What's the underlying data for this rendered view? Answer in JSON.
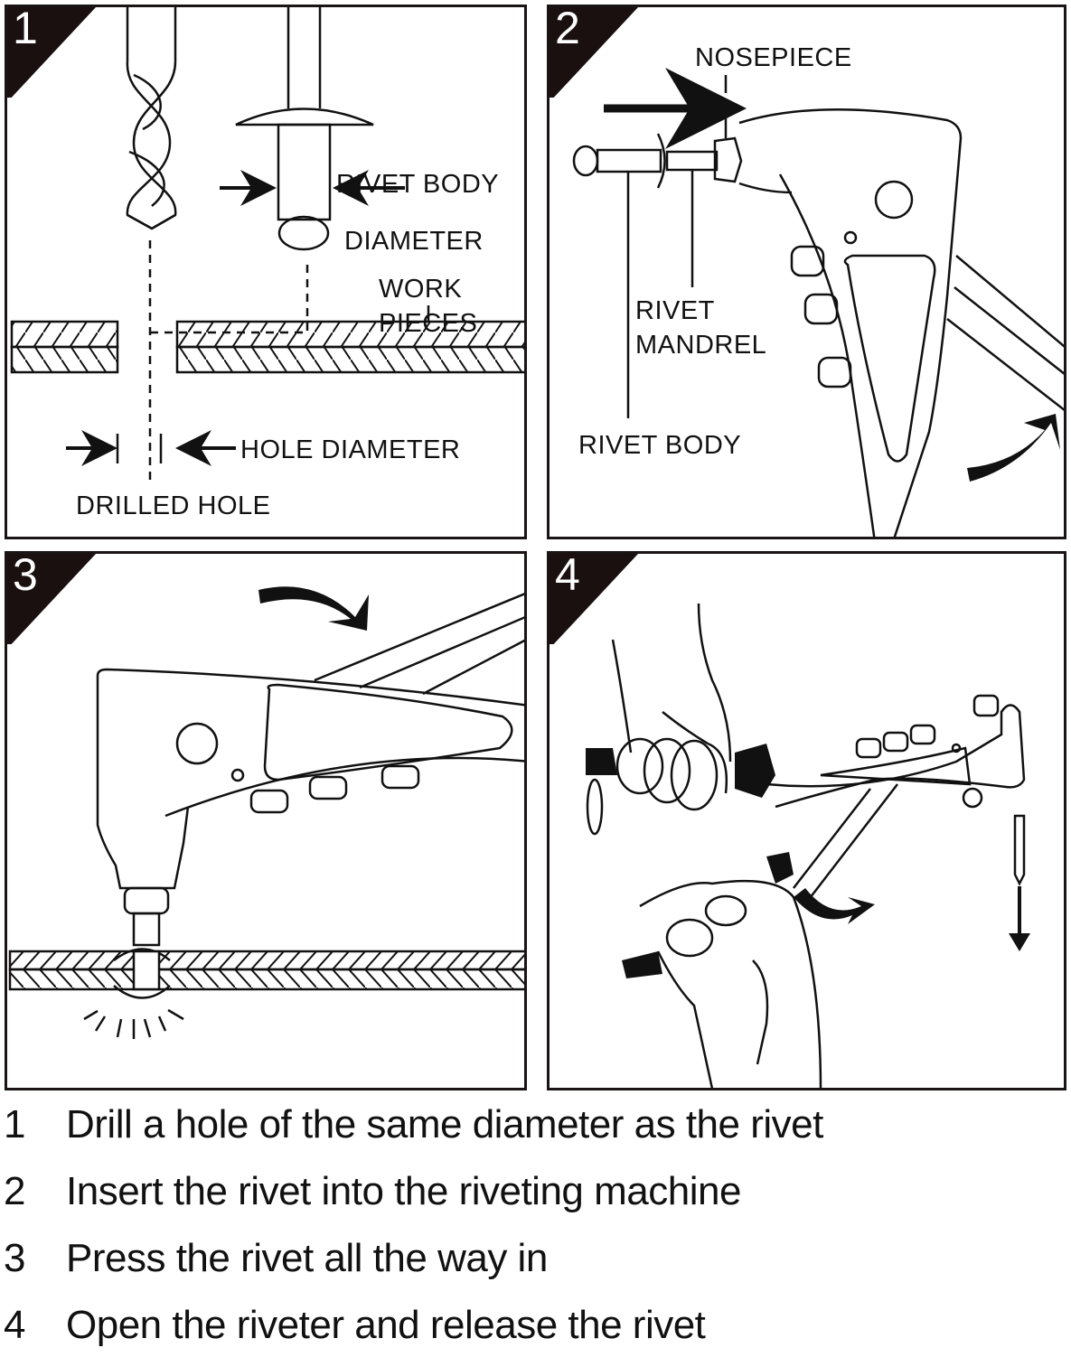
{
  "panels": [
    {
      "number": "1",
      "labels": {
        "rivet_body_diameter_1": "RIVET BODY",
        "rivet_body_diameter_2": "DIAMETER",
        "work_pieces_1": "WORK",
        "work_pieces_2": "PIECES",
        "hole_diameter": "HOLE DIAMETER",
        "drilled_hole": "DRILLED HOLE"
      }
    },
    {
      "number": "2",
      "labels": {
        "nosepiece": "NOSEPIECE",
        "rivet_mandrel_1": "RIVET",
        "rivet_mandrel_2": "MANDREL",
        "rivet_body": "RIVET BODY"
      }
    },
    {
      "number": "3",
      "labels": {}
    },
    {
      "number": "4",
      "labels": {}
    }
  ],
  "steps": [
    {
      "num": "1",
      "text": "Drill a hole of the same diameter as the rivet"
    },
    {
      "num": "2",
      "text": "Insert the rivet into the riveting machine"
    },
    {
      "num": "3",
      "text": "Press the rivet all the way in"
    },
    {
      "num": "4",
      "text": "Open the riveter and release the rivet"
    }
  ],
  "colors": {
    "ink": "#111111",
    "badge": "#1a1010",
    "background": "#ffffff"
  }
}
